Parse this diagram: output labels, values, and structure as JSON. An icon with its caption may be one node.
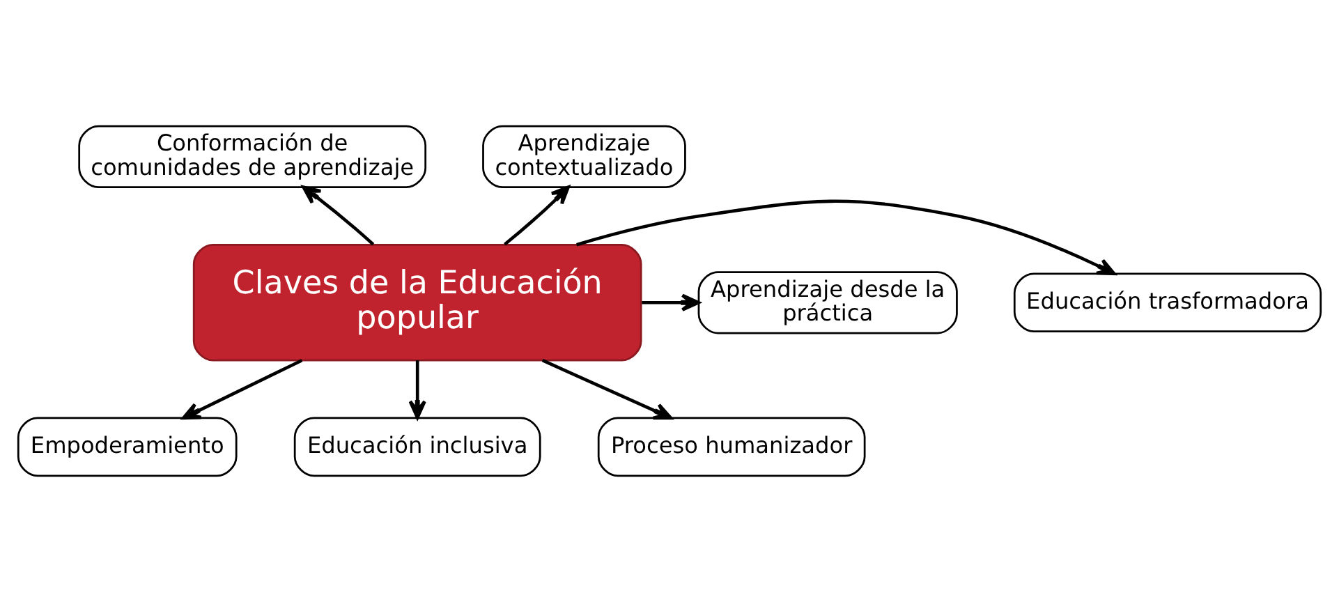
{
  "diagram": {
    "nodes": [
      {
        "text": [
          "Claves de la Educación popular"
        ]
      },
      {
        "text": [
          "Conformación de comunidades de aprendizaje"
        ]
      },
      {
        "text": [
          "Aprendizaje contextualizado"
        ]
      },
      {
        "text": [
          "Aprendizaje desde la práctica"
        ]
      },
      {
        "text": [
          "Educación trasformadora"
        ]
      },
      {
        "text": [
          "Empoderamiento"
        ]
      },
      {
        "text": [
          "Educación inclusiva"
        ]
      },
      {
        "text": [
          "Proceso humanizador"
        ]
      }
    ],
    "edges": [
      {
        "from": 0,
        "to": 1,
        "arrow": "to"
      },
      {
        "from": 0,
        "to": 2,
        "arrow": "to"
      },
      {
        "from": 0,
        "to": 3,
        "arrow": "to"
      },
      {
        "from": 0,
        "to": 4,
        "arrow": "to"
      },
      {
        "from": 0,
        "to": 5,
        "arrow": "to"
      },
      {
        "from": 0,
        "to": 6,
        "arrow": "to"
      },
      {
        "from": 0,
        "to": 7,
        "arrow": "to"
      }
    ]
  }
}
